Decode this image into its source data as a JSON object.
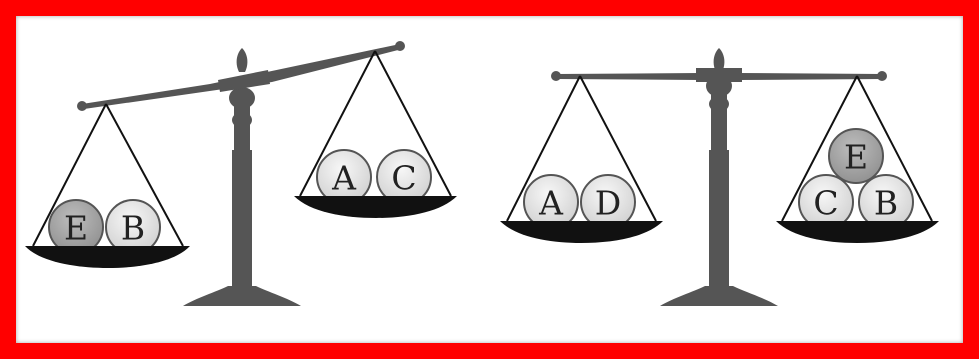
{
  "colors": {
    "frame_border": "#ff0000",
    "background": "#ffffff",
    "scale_metal": "#555555",
    "pan": "#111111",
    "ball_light": "#e6e6e6",
    "ball_dark": "#a8a8a8",
    "label": "#222222"
  },
  "scales": [
    {
      "state": "left pan lower",
      "left_pan": {
        "balls": [
          {
            "label": "E",
            "shade": "dark"
          },
          {
            "label": "B",
            "shade": "light"
          }
        ]
      },
      "right_pan": {
        "balls": [
          {
            "label": "A",
            "shade": "light"
          },
          {
            "label": "C",
            "shade": "light"
          }
        ]
      }
    },
    {
      "state": "balanced",
      "left_pan": {
        "balls": [
          {
            "label": "A",
            "shade": "light"
          },
          {
            "label": "D",
            "shade": "light"
          }
        ]
      },
      "right_pan": {
        "balls": [
          {
            "label": "C",
            "shade": "light"
          },
          {
            "label": "B",
            "shade": "light"
          },
          {
            "label": "E",
            "shade": "dark"
          }
        ]
      }
    }
  ]
}
